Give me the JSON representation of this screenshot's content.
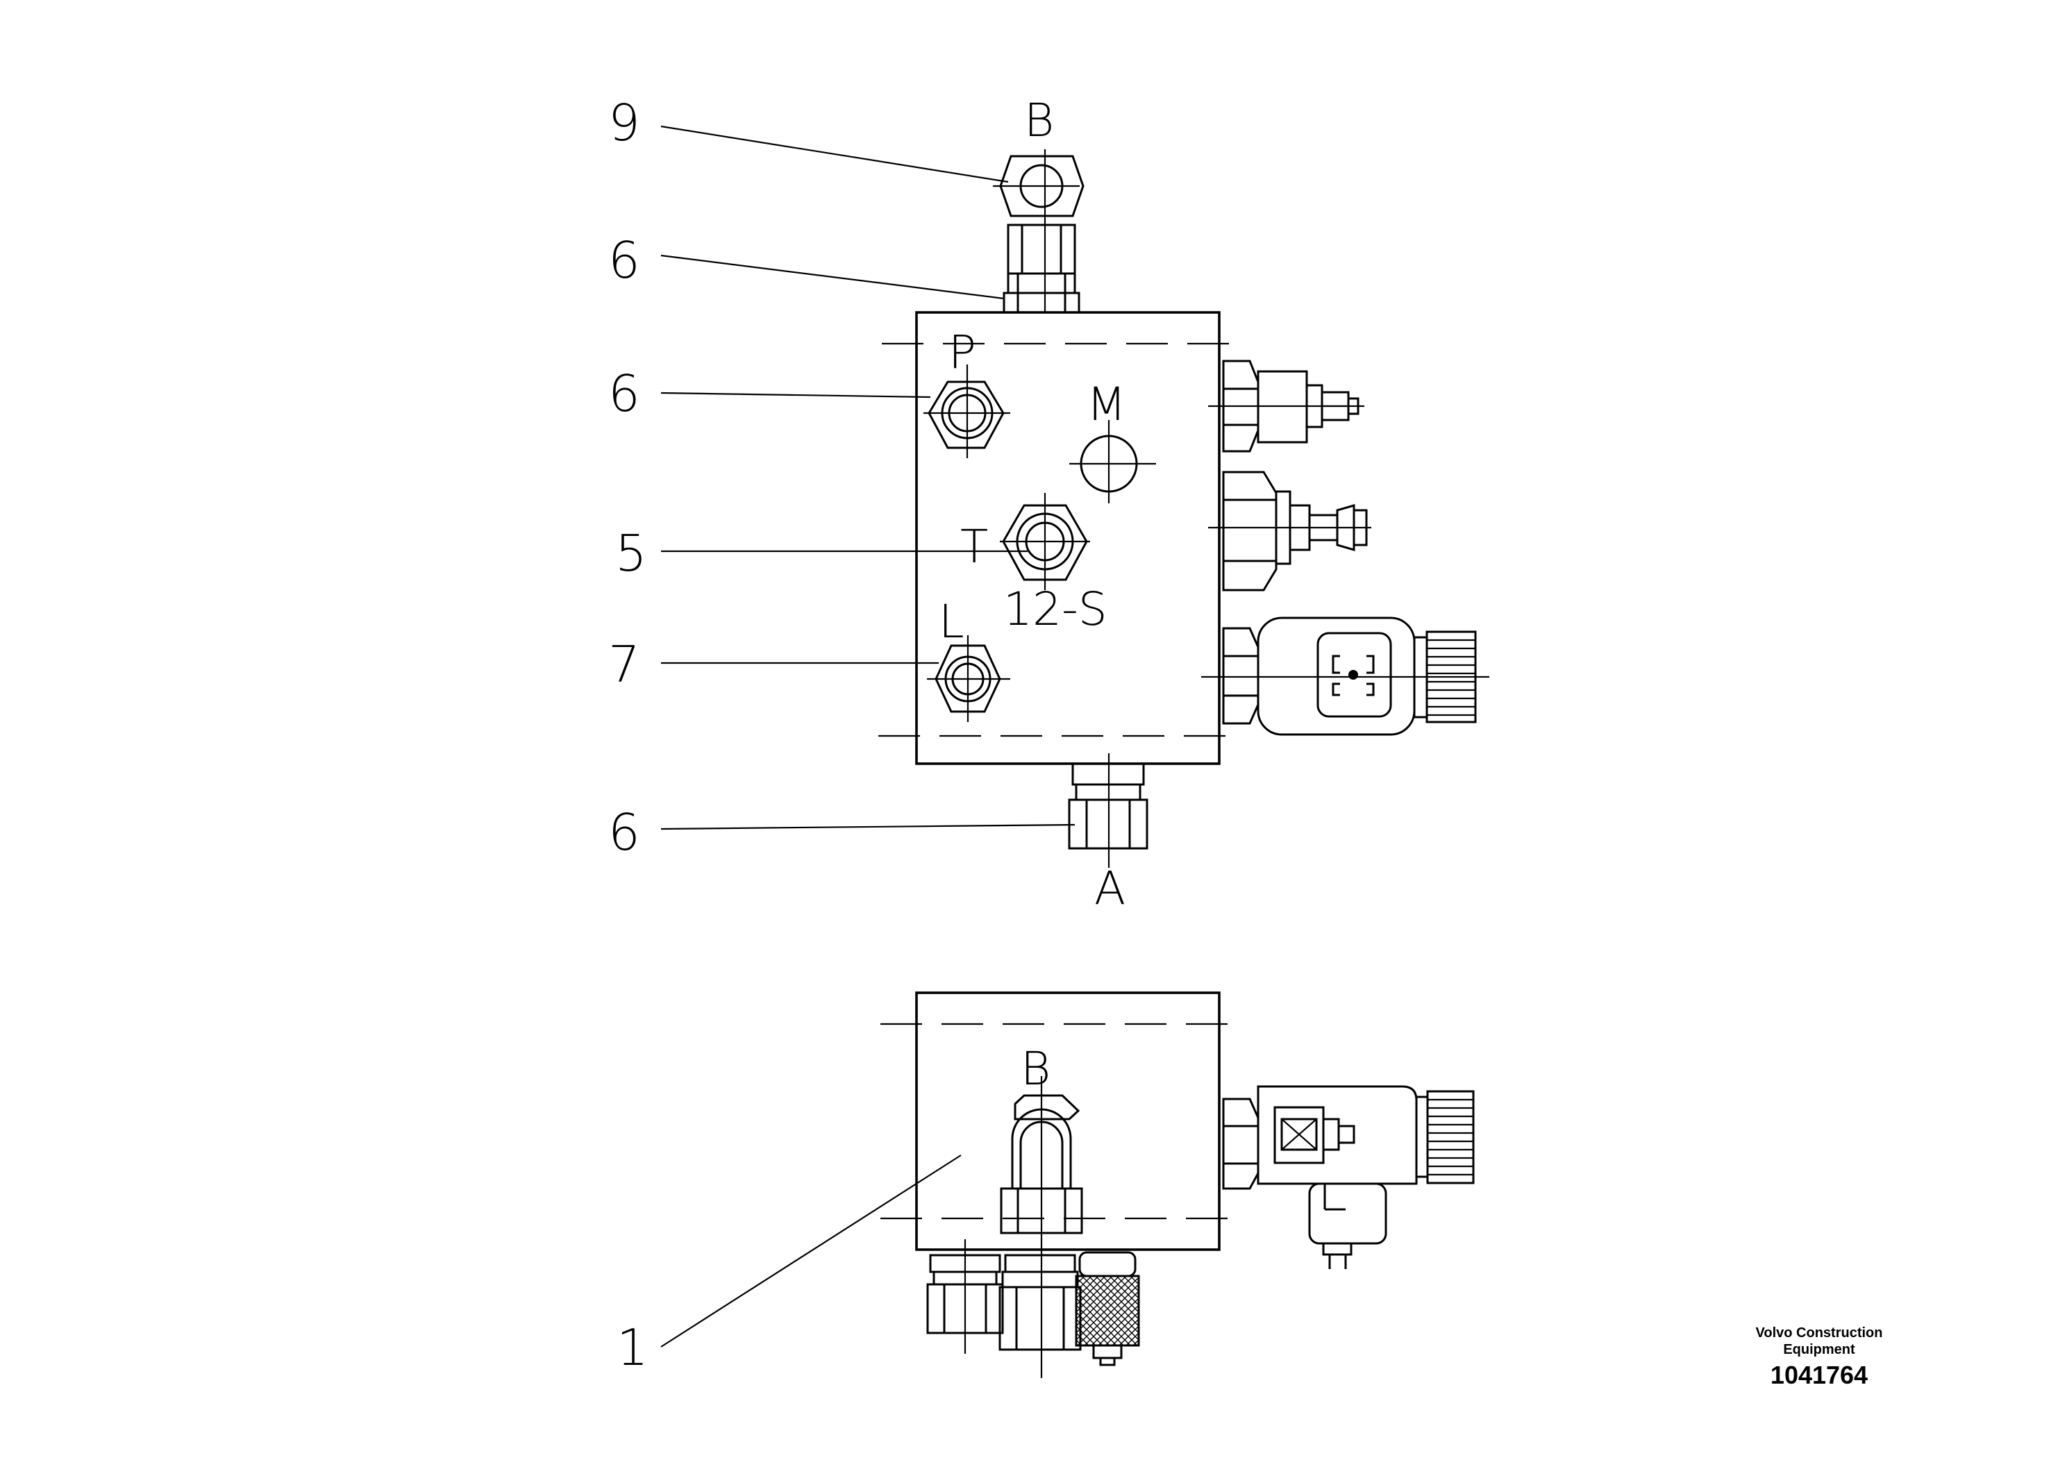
{
  "callouts": {
    "c9": "9",
    "c6_top": "6",
    "c6_p": "6",
    "c5": "5",
    "c7": "7",
    "c6_a": "6",
    "c1": "1"
  },
  "ports": {
    "B_top": "B",
    "P": "P",
    "M": "M",
    "T": "T",
    "size": "12-S",
    "L": "L",
    "A": "A",
    "B_lower": "B"
  },
  "footer": {
    "brand_line1": "Volvo Construction",
    "brand_line2": "Equipment",
    "part_number": "1041764"
  }
}
